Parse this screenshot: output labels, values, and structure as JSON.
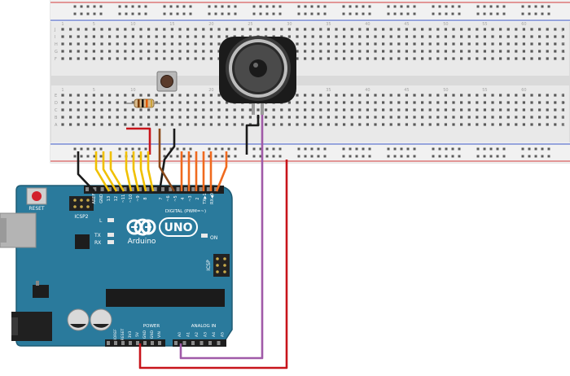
{
  "board": {
    "reset_label": "RESET",
    "icsp2_label": "ICSP2",
    "icsp_label": "ICSP",
    "brand": "Arduino",
    "model": "UNO",
    "on_label": "ON",
    "l_label": "L",
    "tx_label": "TX",
    "rx_label": "RX",
    "digital_label": "DIGITAL (PWM=~)",
    "power_label": "POWER",
    "analog_label": "ANALOG IN",
    "top_pins": [
      "AREF",
      "GND",
      "13",
      "12",
      "~11",
      "~10",
      "~9",
      "8",
      "7",
      "~6",
      "~5",
      "4",
      "~3",
      "2",
      "TX▶1",
      "RX◀0"
    ],
    "power_pins": [
      "IOREF",
      "RESET",
      "3V3",
      "5V",
      "GND",
      "GND",
      "VIN"
    ],
    "analog_pins": [
      "A0",
      "A1",
      "A2",
      "A3",
      "A4",
      "A5"
    ]
  },
  "breadboard": {
    "row_letters_top": [
      "J",
      "I",
      "H",
      "G",
      "F"
    ],
    "row_letters_bottom": [
      "E",
      "D",
      "C",
      "B",
      "A"
    ],
    "column_numbers": [
      "1",
      "5",
      "10",
      "15",
      "20",
      "25",
      "30",
      "35",
      "40",
      "45",
      "50",
      "55",
      "60"
    ]
  },
  "colors": {
    "board": "#2a7a9c",
    "breadboard": "#e8e8e8",
    "wire_red": "#c8141b",
    "wire_purple": "#a05aa8",
    "wire_yellow": "#f0c000",
    "wire_orange": "#f06a1e",
    "wire_brown": "#8b4a1a",
    "wire_black": "#1a1a1a"
  }
}
